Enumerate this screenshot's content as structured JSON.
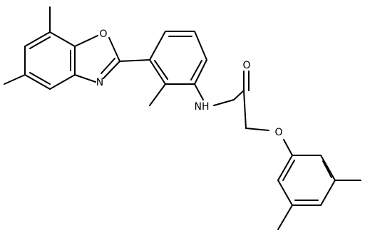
{
  "molecule": {
    "atom_labels": {
      "ring_oxygen": "O",
      "ring_nitrogen": "N",
      "amide_nh": "NH",
      "carbonyl_oxygen": "O",
      "ether_oxygen": "O"
    },
    "colors": {
      "bond": "#000000",
      "label": "#000000",
      "background": "#ffffff"
    }
  }
}
